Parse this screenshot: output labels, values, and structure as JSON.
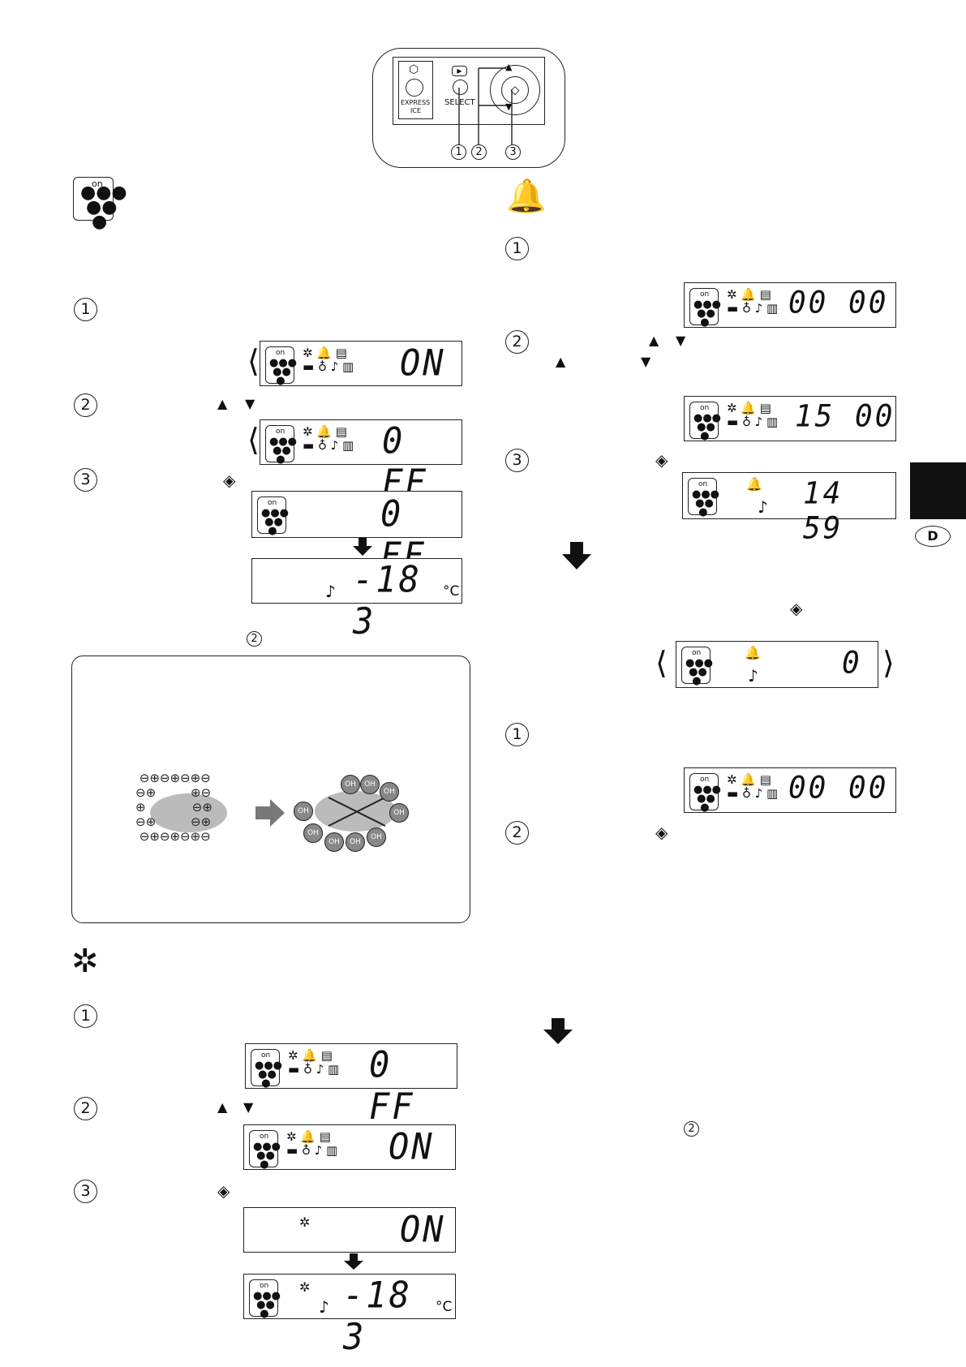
{
  "panel": {
    "express_label_1": "EXPRESS",
    "express_label_2": "ICE",
    "select_label": "SELECT",
    "callout_1": "1",
    "callout_2": "2",
    "callout_3": "3"
  },
  "steps": {
    "s1": "1",
    "s2": "2",
    "s3": "3"
  },
  "ion": {
    "icon_text": "on",
    "disp1": "ON",
    "disp2": "0 FF",
    "disp3": "0 FF",
    "temp": "-18  3",
    "unit": "°C",
    "note_ref": "2"
  },
  "ions_diagram": {
    "plus": "+",
    "minus": "−",
    "oh": "OH"
  },
  "frost": {
    "disp1": "0 FF",
    "disp2": "ON",
    "disp3": "ON",
    "temp": "-18  3",
    "unit": "°C"
  },
  "alarm": {
    "disp1": "00 00",
    "disp2": "15 00",
    "disp3": "14 59",
    "disp4": "0",
    "disp5": "00 00",
    "note_ref": "2"
  },
  "tab": {
    "letter": "D"
  }
}
